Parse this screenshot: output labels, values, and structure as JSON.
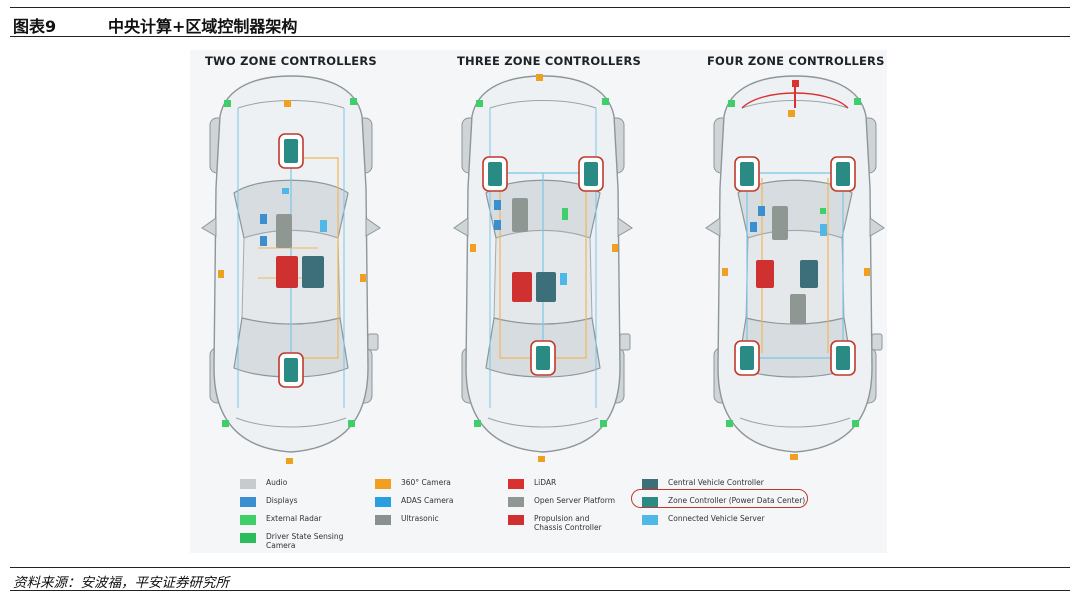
{
  "figure": {
    "number": "图表9",
    "title": "中央计算+区域控制器架构"
  },
  "panels": [
    {
      "title": "TWO ZONE CONTROLLERS"
    },
    {
      "title": "THREE ZONE CONTROLLERS"
    },
    {
      "title": "FOUR ZONE CONTROLLERS"
    }
  ],
  "legend": [
    {
      "label": "Audio",
      "icon": "audio-icon",
      "color": "#c7cbcd"
    },
    {
      "label": "Displays",
      "icon": "displays-icon",
      "color": "#3a8fd0"
    },
    {
      "label": "External Radar",
      "icon": "external-radar-icon",
      "color": "#3ecf6a"
    },
    {
      "label": "Driver State Sensing Camera",
      "icon": "driver-camera-icon",
      "color": "#2bbd5a"
    },
    {
      "label": "360° Camera",
      "icon": "360-camera-icon",
      "color": "#f0a020"
    },
    {
      "label": "ADAS Camera",
      "icon": "adas-camera-icon",
      "color": "#2a9fe0"
    },
    {
      "label": "Ultrasonic",
      "icon": "ultrasonic-icon",
      "color": "#8a8f92"
    },
    {
      "label": "LiDAR",
      "icon": "lidar-icon",
      "color": "#d93030"
    },
    {
      "label": "Open Server Platform",
      "icon": "open-server-icon",
      "color": "#8e9791"
    },
    {
      "label": "Propulsion and Chassis Controller",
      "icon": "propulsion-icon",
      "color": "#cf3030"
    },
    {
      "label": "Central Vehicle Controller",
      "icon": "central-controller-icon",
      "color": "#3c6f7a"
    },
    {
      "label": "Zone Controller (Power Data Center)",
      "icon": "zone-controller-icon",
      "color": "#2a8a84"
    },
    {
      "label": "Connected Vehicle Server",
      "icon": "connected-server-icon",
      "color": "#4fb8e8"
    }
  ],
  "colors": {
    "zone_outline": "#c0392b",
    "wire_blue": "#7cc6e6",
    "wire_orange": "#f2b65a",
    "car_body": "#e9ecee",
    "car_line": "#9aa3a8"
  },
  "source": "资料来源：安波福，平安证券研究所"
}
